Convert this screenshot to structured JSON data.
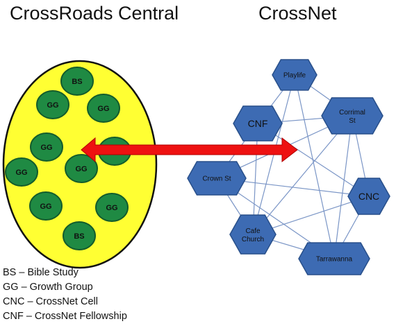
{
  "titles": {
    "left": "CrossRoads Central",
    "right": "CrossNet"
  },
  "colors": {
    "ellipse_fill": "#ffff33",
    "group_circle_fill": "#1f8a43",
    "group_circle_stroke": "#145c2c",
    "hexagon_fill": "#3d6bb3",
    "hexagon_stroke": "#284f8a",
    "connection_line": "#7a95c6",
    "arrow_fill": "#ee1111"
  },
  "central_groups": [
    {
      "id": "bs-top",
      "label": "BS"
    },
    {
      "id": "gg-1",
      "label": "GG"
    },
    {
      "id": "gg-2",
      "label": "GG"
    },
    {
      "id": "gg-3",
      "label": "GG"
    },
    {
      "id": "gg-hidden",
      "label": ""
    },
    {
      "id": "gg-4",
      "label": "GG"
    },
    {
      "id": "gg-5",
      "label": "GG"
    },
    {
      "id": "gg-6",
      "label": "GG"
    },
    {
      "id": "gg-7",
      "label": "GG"
    },
    {
      "id": "bs-bottom",
      "label": "BS"
    }
  ],
  "network_nodes": [
    {
      "id": "playlife",
      "label": "Playlife"
    },
    {
      "id": "cnf",
      "label": "CNF"
    },
    {
      "id": "corrimal",
      "label": "Corrimal St"
    },
    {
      "id": "crown",
      "label": "Crown St"
    },
    {
      "id": "cnc",
      "label": "CNC"
    },
    {
      "id": "cafe",
      "label": "Cafe Church"
    },
    {
      "id": "tarrawanna",
      "label": "Tarrawanna"
    }
  ],
  "network_links": [
    [
      "cnf",
      "playlife"
    ],
    [
      "playlife",
      "corrimal"
    ],
    [
      "cnf",
      "corrimal"
    ],
    [
      "cnf",
      "crown"
    ],
    [
      "cnf",
      "cafe"
    ],
    [
      "cnf",
      "cnc"
    ],
    [
      "playlife",
      "tarrawanna"
    ],
    [
      "playlife",
      "cafe"
    ],
    [
      "corrimal",
      "crown"
    ],
    [
      "corrimal",
      "cafe"
    ],
    [
      "corrimal",
      "tarrawanna"
    ],
    [
      "corrimal",
      "cnc"
    ],
    [
      "crown",
      "cafe"
    ],
    [
      "crown",
      "tarrawanna"
    ],
    [
      "crown",
      "cnc"
    ],
    [
      "cnc",
      "cafe"
    ],
    [
      "cnc",
      "tarrawanna"
    ],
    [
      "cafe",
      "tarrawanna"
    ]
  ],
  "legend": [
    "BS – Bible Study",
    "GG – Growth Group",
    "CNC – CrossNet Cell",
    "CNF – CrossNet Fellowship"
  ]
}
